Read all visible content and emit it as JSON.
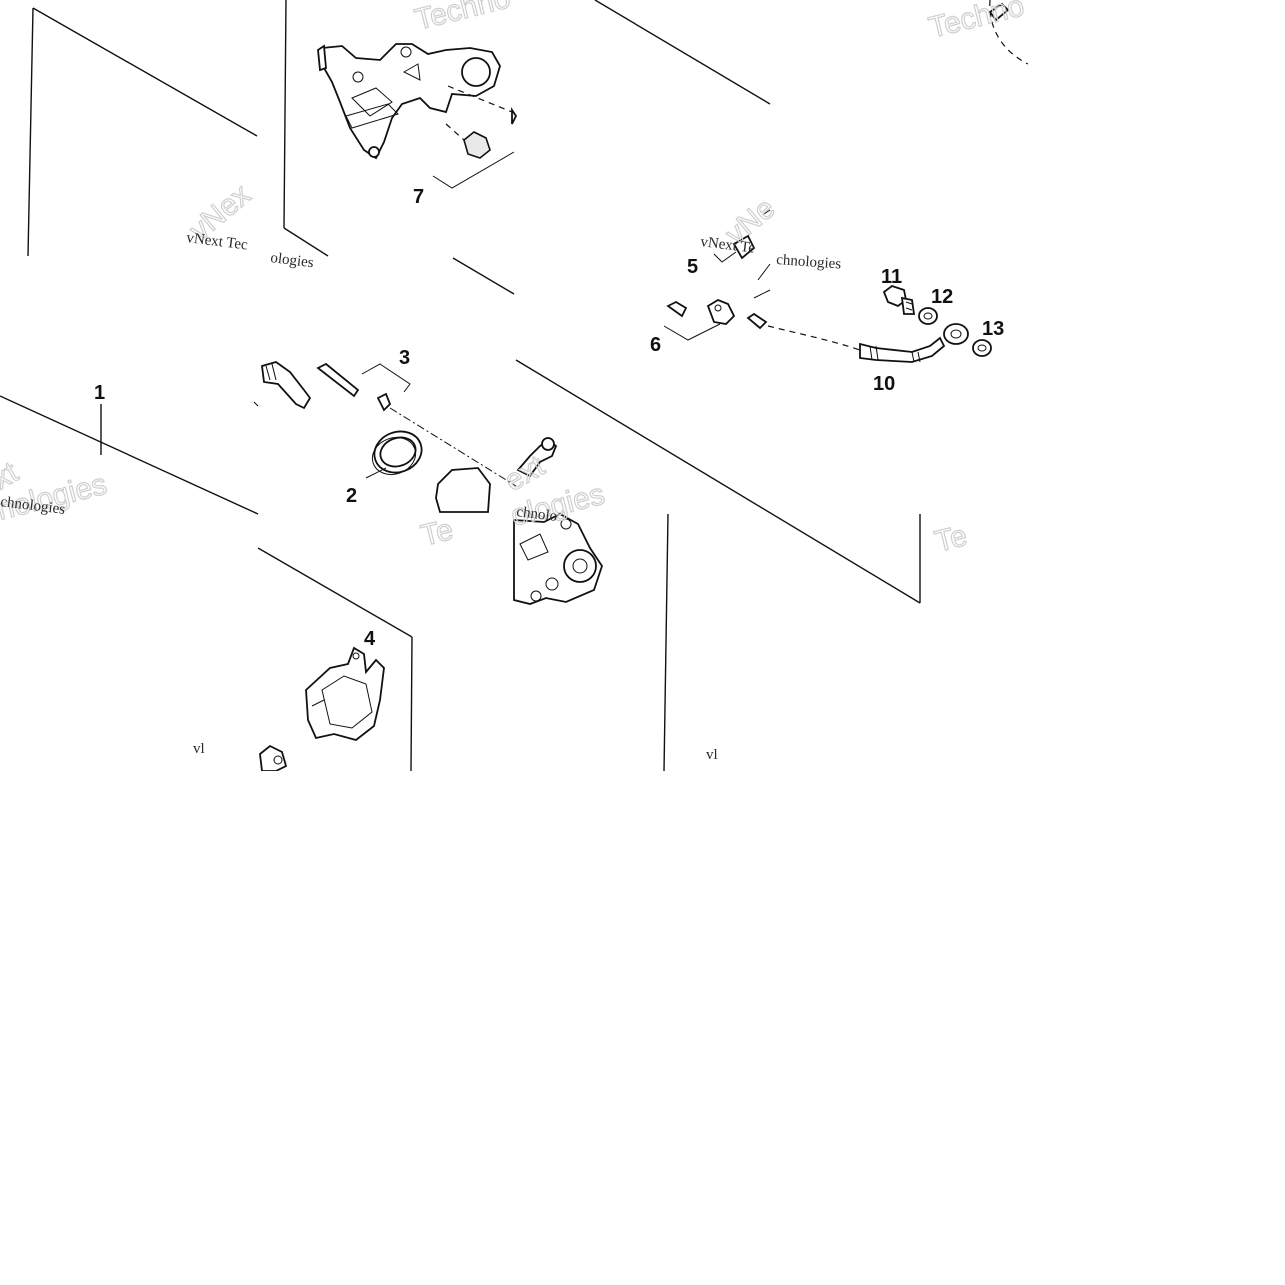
{
  "callouts": [
    {
      "id": "callout-1",
      "text": "1"
    },
    {
      "id": "callout-2",
      "text": "2"
    },
    {
      "id": "callout-3",
      "text": "3"
    },
    {
      "id": "callout-4",
      "text": "4"
    },
    {
      "id": "callout-5",
      "text": "5"
    },
    {
      "id": "callout-6",
      "text": "6"
    },
    {
      "id": "callout-7",
      "text": "7"
    },
    {
      "id": "callout-10",
      "text": "10"
    },
    {
      "id": "callout-11",
      "text": "11"
    },
    {
      "id": "callout-12",
      "text": "12"
    },
    {
      "id": "callout-13",
      "text": "13"
    }
  ],
  "watermarks": {
    "serif_a": "vNext Tec",
    "serif_b": "ologies",
    "serif_c": "vNext Te",
    "serif_d": "chnologies",
    "serif_e": "chnologies",
    "serif_f": "vl",
    "serif_g": "vl",
    "serif_h": "chnolo",
    "big_a": "Techno",
    "big_b": "Techno",
    "big_c": "vNex",
    "big_d": "vNe",
    "big_e": "xt",
    "big_f": "nologies",
    "big_g": "ext",
    "big_h": "ologies",
    "big_i": "Te",
    "big_j": "Te"
  }
}
